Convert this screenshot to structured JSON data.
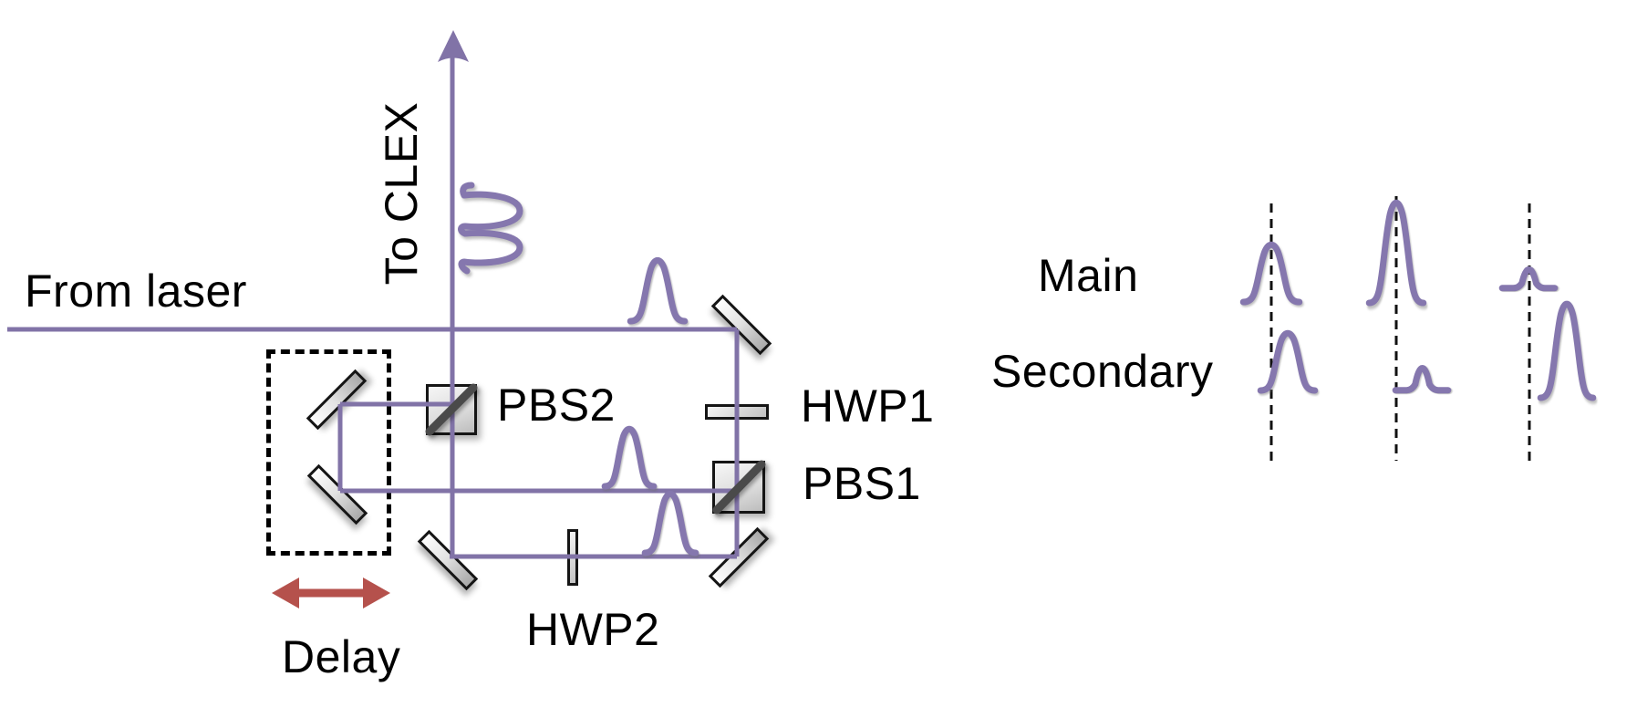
{
  "colors": {
    "beam": "#8173A7",
    "pulse": "#8577AE",
    "delay_arrow": "#B5514C",
    "dashed_lines": "#111111"
  },
  "labels": {
    "from_laser": "From laser",
    "to_clex": "To CLEX",
    "pbs2": "PBS2",
    "pbs1": "PBS1",
    "hwp1": "HWP1",
    "hwp2": "HWP2",
    "delay": "Delay",
    "main": "Main",
    "secondary": "Secondary"
  },
  "diagram": {
    "type": "optical-schematic",
    "description": "Dual-pulse delay interferometer: input beam from laser is split by PBS1 via HWP1, one arm passes HWP2 along the bottom path, the other passes an adjustable delay stage (two mirrors in a dashed box with a red double-headed arrow labeled Delay); beams recombine at PBS2 and exit upward to CLEX as a double pulse.",
    "output_cases": [
      {
        "main_amplitude": "medium",
        "secondary_amplitude": "medium",
        "secondary_offset": "slightly after reference line"
      },
      {
        "main_amplitude": "high",
        "secondary_amplitude": "low",
        "secondary_offset": "after reference line"
      },
      {
        "main_amplitude": "low",
        "secondary_amplitude": "high",
        "secondary_offset": "after reference line"
      }
    ]
  }
}
